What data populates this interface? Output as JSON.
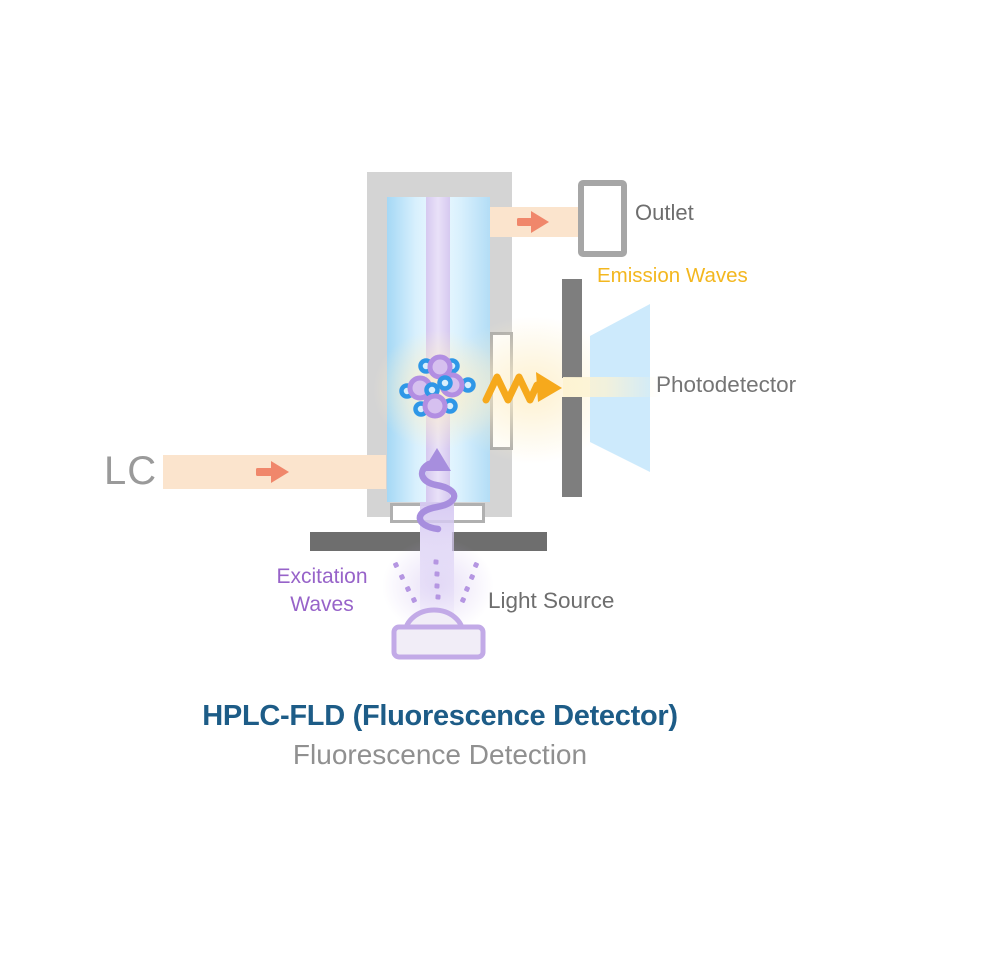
{
  "title": {
    "main": "HPLC-FLD (Fluorescence Detector)",
    "sub": "Fluorescence Detection"
  },
  "labels": {
    "lc": "LC",
    "outlet": "Outlet",
    "emission_waves": "Emission Waves",
    "photodetector": "Photodetector",
    "excitation_line1": "Excitation",
    "excitation_line2": "Waves",
    "light_source": "Light Source"
  },
  "icons": {
    "lc_flow_arrow": "arrow-right",
    "outlet_flow_arrow": "arrow-right",
    "emission_wave_arrow": "zigzag-arrow-right",
    "excitation_wave_arrow": "squiggle-arrow-up",
    "light_rays": "dotted-rays",
    "light_source": "lamp",
    "sample_molecules": "molecule-cluster"
  },
  "colors": {
    "title": "#1d5c87",
    "subtitle": "#909090",
    "label_gray": "#6e6e6e",
    "lc_text": "#9a9a9a",
    "emission_label": "#f3b71f",
    "excitation_label": "#9763c9",
    "flow_bar_peach": "#fbe4cd",
    "flow_arrow_salmon": "#f0876b",
    "emission_wave_amber": "#f6a91c",
    "excitation_wave_purple": "#a78ede",
    "cell_frame_gray": "#d4d4d4",
    "cell_liquid_blue": "#bfe3f8",
    "beam_lavender": "#dcd1f3",
    "slit_plate_gray": "#7e7e7e",
    "support_bar_gray": "#6e6e6e",
    "detector_face_blue": "#cdeafc",
    "molecule_purple": "#b28ee2",
    "molecule_blue": "#2f97e7",
    "lamp_outline_purple": "#c2aae7",
    "glow_cream": "#fdf2d2"
  }
}
